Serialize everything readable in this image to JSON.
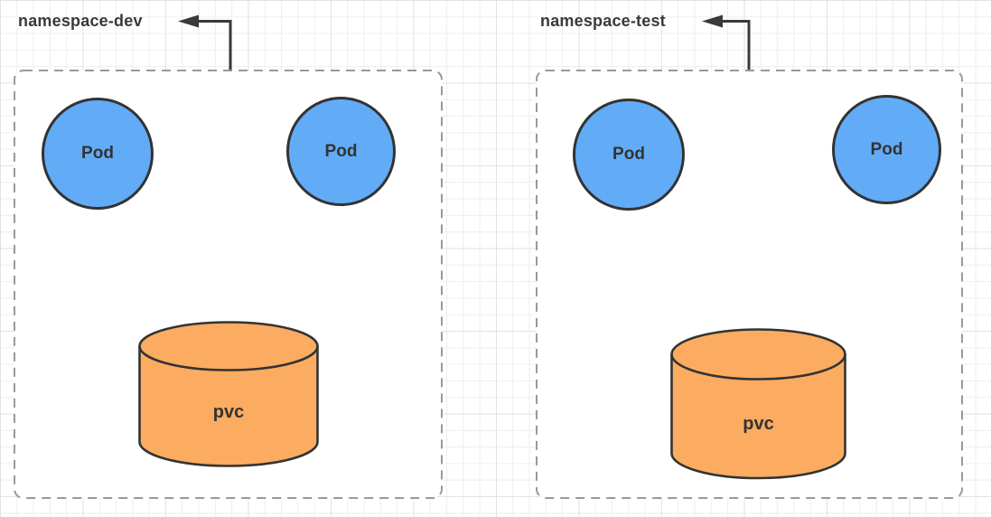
{
  "diagram": {
    "type": "kubernetes-namespace-diagram",
    "namespaces": [
      {
        "name": "namespace-dev",
        "pods": [
          {
            "label": "Pod"
          },
          {
            "label": "Pod"
          }
        ],
        "pvc": {
          "label": "pvc"
        }
      },
      {
        "name": "namespace-test",
        "pods": [
          {
            "label": "Pod"
          },
          {
            "label": "Pod"
          }
        ],
        "pvc": {
          "label": "pvc"
        }
      }
    ]
  },
  "colors": {
    "pod_fill": "#62acf7",
    "pvc_fill": "#fbac60",
    "shape_stroke": "#333333",
    "shape_text": "#333333",
    "box_border": "#999999",
    "box_fill": "#ffffff",
    "arrow_color": "#3a3a3a",
    "label_text": "#3a3a3a",
    "grid_minor": "#eeeeee",
    "grid_major": "#e2e2e2"
  }
}
